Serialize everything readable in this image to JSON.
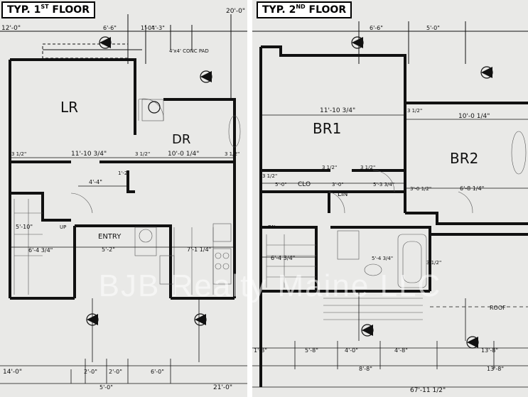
{
  "floor1": {
    "title_main": "TYP. 1",
    "title_sup": "ST",
    "title_rest": " FLOOR",
    "rooms": {
      "lr": "LR",
      "dr": "DR",
      "entry": "ENTRY"
    },
    "dims": {
      "top_left": "12'-0\"",
      "top_a": "6'-6\"",
      "top_b": "4'-3\"",
      "top_c": "1'-0\"",
      "pad_note": "4'x4' CONC PAD",
      "lr_width": "11'-10 3/4\"",
      "dr_width": "10'-0 1/4\"",
      "wall_a": "3 1/2\"",
      "wall_b": "3 1/2\"",
      "wall_c": "3 1/2\"",
      "small_a": "4'-4\"",
      "small_b": "1'-2\"",
      "stair": "5'-10\"",
      "stair_b": "6'-4 3/4\"",
      "entry_w": "5'-2\"",
      "kit": "7'-1 1/4\"",
      "bot_a": "2'-0\"",
      "bot_b": "2'-0\"",
      "bot_c": "6'-0\"",
      "bot_d": "5'-0\"",
      "bot_left": "14'-0\"",
      "bot_right": "21'-0\"",
      "up": "UP",
      "top_right": "20'-0\""
    }
  },
  "floor2": {
    "title_main": "TYP. 2",
    "title_sup": "ND",
    "title_rest": " FLOOR",
    "rooms": {
      "br1": "BR1",
      "br2": "BR2",
      "clo": "CLO",
      "lin": "LIN",
      "dn": "DN",
      "roof": "ROOF"
    },
    "dims": {
      "top_a": "6'-6\"",
      "top_b": "5'-0\"",
      "br1_width": "11'-10 3/4\"",
      "br2_width": "10'-0 1/4\"",
      "w1": "3 1/2\"",
      "w2": "3 1/2\"",
      "w3": "3 1/2\"",
      "w4": "3 1/2\"",
      "w5": "3 1/2\"",
      "clo": "5'-0\"",
      "lin": "3'-0\"",
      "c1": "5'-3 3/4\"",
      "c2": "3'-0 1/2\"",
      "c3": "6'-8 1/4\"",
      "stair": "6'-4 3/4\"",
      "bath": "5'-4 3/4\"",
      "bot_a": "5'-8\"",
      "bot_b": "4'-0\"",
      "bot_c": "4'-8\"",
      "bot_d": "13'-8\"",
      "bot_e": "8'-8\"",
      "bot_total": "67'-11 1/2\"",
      "bot_f": "13'-8\"",
      "bot_left": "1'-8\""
    }
  },
  "watermark": "BJB Realty Maine LLC"
}
